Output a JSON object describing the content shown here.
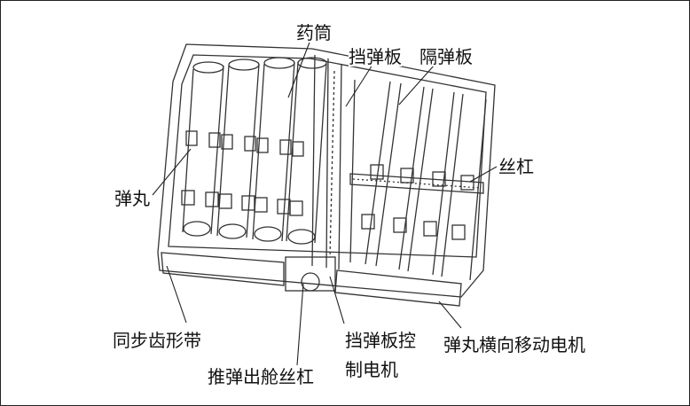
{
  "labels": {
    "cartridge": "药筒",
    "baffle": "挡弹板",
    "separator": "隔弹板",
    "leadscrew": "丝杠",
    "projectile": "弹丸",
    "sync_belt": "同步齿形带",
    "push_screw": "推弹出舱丝杠",
    "baffle_motor_1": "挡弹板控",
    "baffle_motor_2": "制电机",
    "lateral_motor": "弹丸横向移动电机"
  }
}
